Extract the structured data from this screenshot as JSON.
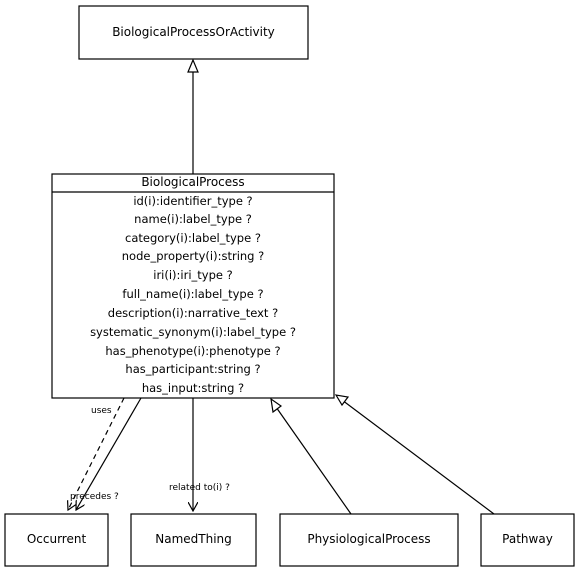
{
  "diagram": {
    "parent_class": {
      "name": "BiologicalProcessOrActivity"
    },
    "main_class": {
      "name": "BiologicalProcess",
      "attributes": [
        "id(i):identifier_type ?",
        "name(i):label_type ?",
        "category(i):label_type ?",
        "node_property(i):string ?",
        "iri(i):iri_type ?",
        "full_name(i):label_type ?",
        "description(i):narrative_text ?",
        "systematic_synonym(i):label_type ?",
        "has_phenotype(i):phenotype ?",
        "has_participant:string ?",
        "has_input:string ?"
      ]
    },
    "bottom_classes": {
      "occurrent": "Occurrent",
      "named_thing": "NamedThing",
      "physiological_process": "PhysiologicalProcess",
      "pathway": "Pathway"
    },
    "edge_labels": {
      "uses": "uses",
      "precedes": "precedes ?",
      "related_to": "related to(i) ?"
    }
  }
}
